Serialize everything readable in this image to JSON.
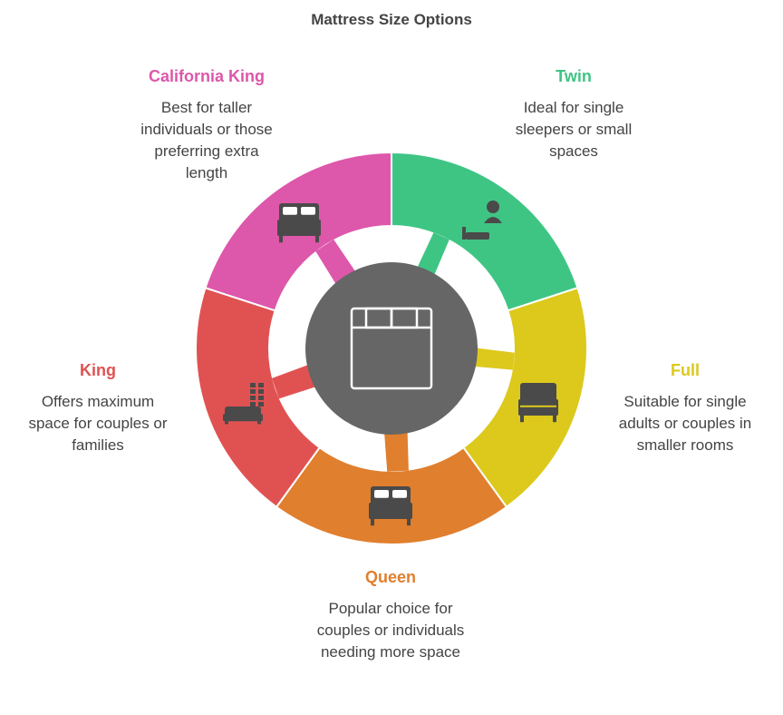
{
  "title": "Mattress Size Options",
  "colors": {
    "twin": "#3ec584",
    "full": "#dcc91c",
    "queen": "#e07f2e",
    "king": "#e05252",
    "california_king": "#dd57aa",
    "center": "#666666",
    "icon": "#4a4a4a",
    "text": "#444444"
  },
  "segments": [
    {
      "key": "twin",
      "name": "Twin",
      "description": "Ideal for single sleepers or small spaces",
      "icon": "person-bed-icon"
    },
    {
      "key": "full",
      "name": "Full",
      "description": "Suitable for single adults or couples in smaller rooms",
      "icon": "bed-icon"
    },
    {
      "key": "queen",
      "name": "Queen",
      "description": "Popular choice for couples or individuals needing more space",
      "icon": "double-bed-icon"
    },
    {
      "key": "king",
      "name": "King",
      "description": "Offers maximum space for couples or families",
      "icon": "bed-building-icon"
    },
    {
      "key": "california_king",
      "name": "California King",
      "description": "Best for taller individuals or those preferring extra length",
      "icon": "double-bed-icon"
    }
  ],
  "center_icon": "mattress-icon"
}
